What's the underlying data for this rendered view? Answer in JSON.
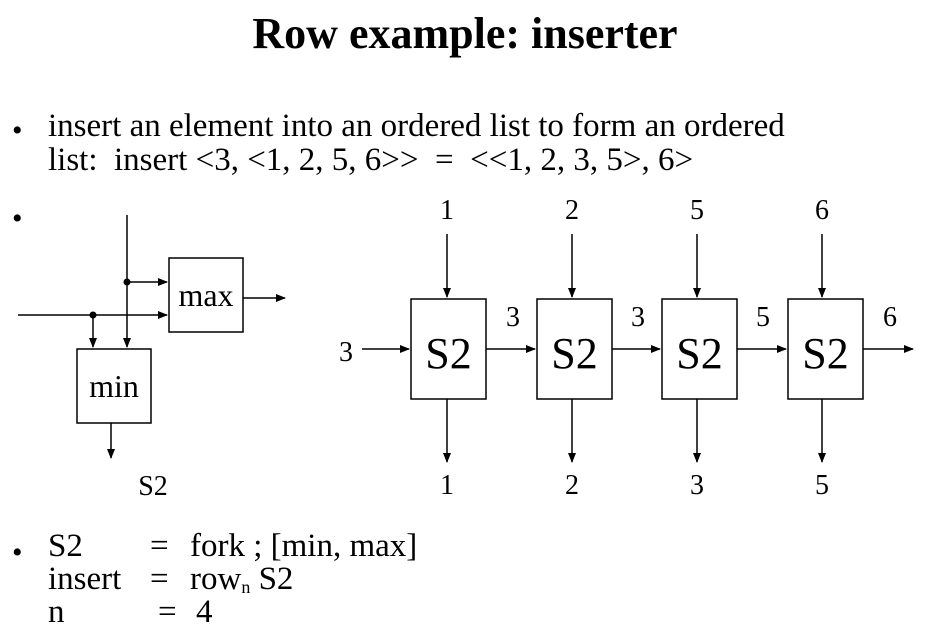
{
  "title": "Row example: inserter",
  "bullet_glyph": "•",
  "bullet1": {
    "line1": "insert an element into an ordered list to form an ordered",
    "line2": "list:  insert <3, <1, 2, 5, 6>>  =  <<1, 2, 3, 5>, 6>"
  },
  "s2_diagram": {
    "max_label": "max",
    "min_label": "min",
    "caption": "S2"
  },
  "chain": {
    "block_label": "S2",
    "top_inputs": [
      "1",
      "2",
      "5",
      "6"
    ],
    "bottom_outputs": [
      "1",
      "2",
      "3",
      "5"
    ],
    "left_input": "3",
    "between": [
      "3",
      "3",
      "5"
    ],
    "right_output": "6"
  },
  "definitions": {
    "s2_name": "S2",
    "s2_eq": "=",
    "s2_def": "fork ; [min, max]",
    "insert_name": "insert",
    "insert_eq": "=",
    "insert_row": "row",
    "insert_sub": "n",
    "insert_arg": "S2",
    "n_name": "n",
    "n_eq": "=",
    "n_val": "4"
  }
}
